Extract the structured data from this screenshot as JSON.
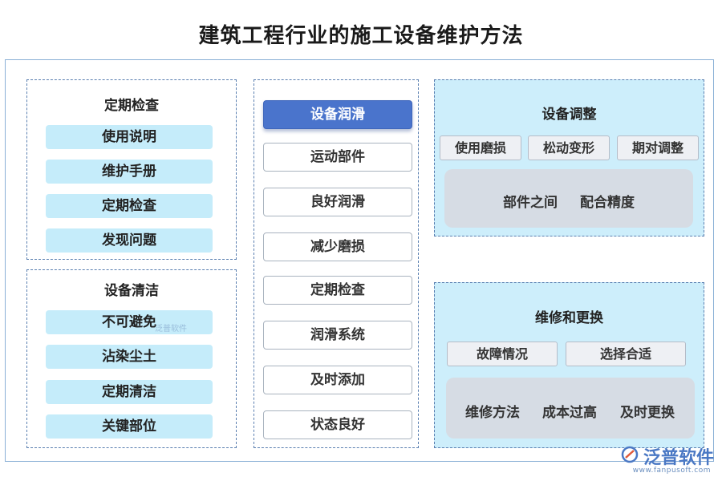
{
  "title": "建筑工程行业的施工设备维护方法",
  "left_top": {
    "title": "定期检查",
    "items": [
      "使用说明",
      "维护手册",
      "定期检查",
      "发现问题"
    ]
  },
  "left_bottom": {
    "title": "设备清洁",
    "items": [
      "不可避免",
      "沾染尘土",
      "定期清洁",
      "关键部位"
    ]
  },
  "middle": {
    "items": [
      "设备润滑",
      "运动部件",
      "良好润滑",
      "减少磨损",
      "定期检查",
      "润滑系统",
      "及时添加",
      "状态良好"
    ]
  },
  "right_top": {
    "title": "设备调整",
    "tags": [
      "使用磨损",
      "松动变形",
      "期对调整"
    ],
    "box": [
      "部件之间",
      "配合精度"
    ]
  },
  "right_bottom": {
    "title": "维修和更换",
    "tags": [
      "故障情况",
      "选择合适"
    ],
    "box": [
      "维修方法",
      "成本过高",
      "及时更换"
    ]
  },
  "watermark": "泛普软件",
  "logo": {
    "name": "泛普软件",
    "url": "www.fanpusoft.com"
  },
  "colors": {
    "active_item": "#4a74cc",
    "pill": "#c5ecfa",
    "panel": "#cdeefb",
    "gray_box": "#d6dce4"
  }
}
